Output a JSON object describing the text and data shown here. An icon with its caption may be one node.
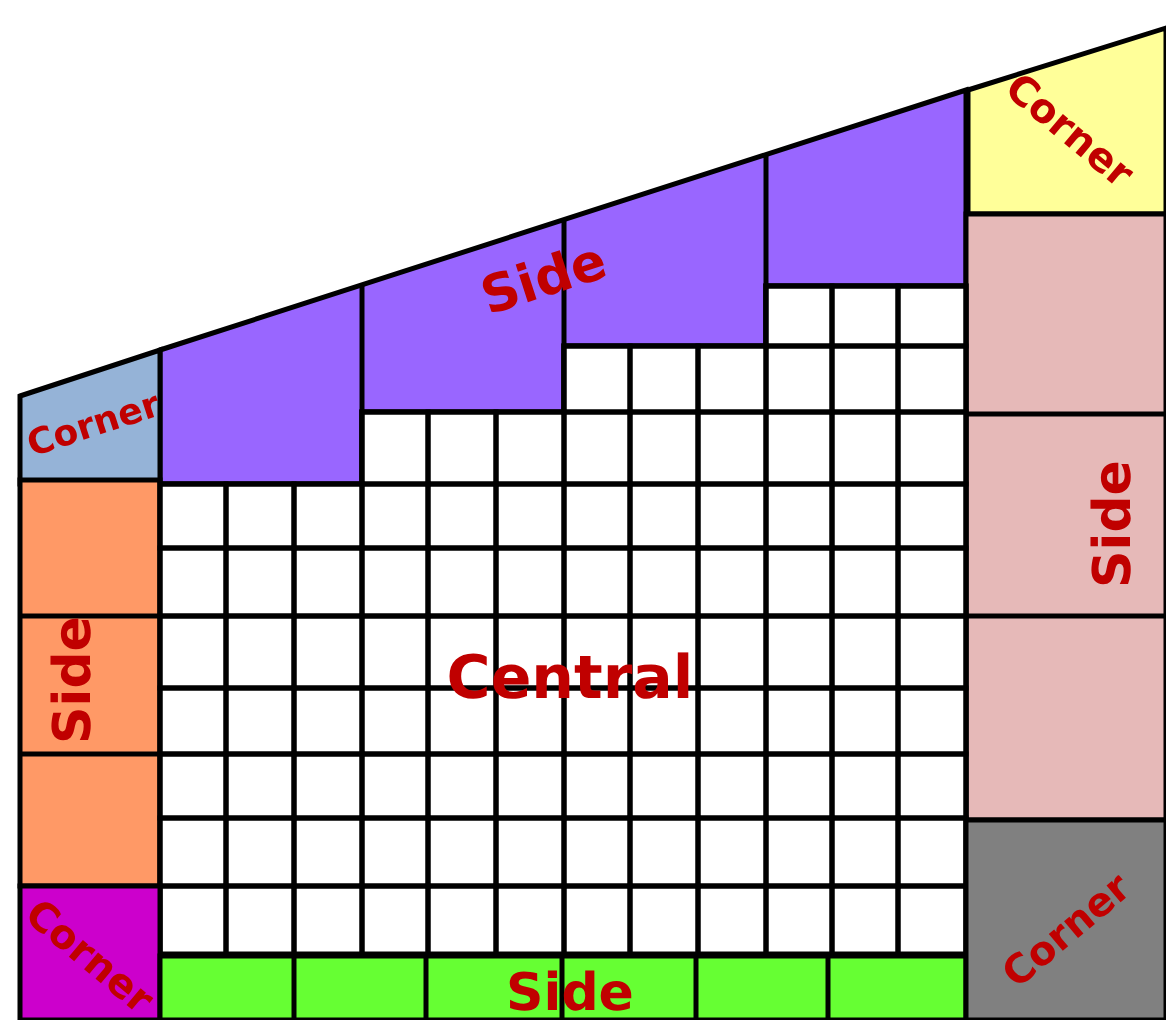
{
  "diagram": {
    "nodes": [
      {
        "text": [
          "Corner"
        ]
      },
      {
        "text": [
          "Side"
        ]
      },
      {
        "text": [
          "Corner"
        ]
      },
      {
        "text": [
          "Side"
        ]
      },
      {
        "text": [
          "Side"
        ]
      },
      {
        "text": [
          "Central"
        ]
      },
      {
        "text": [
          "Corner"
        ]
      },
      {
        "text": [
          "Side"
        ]
      },
      {
        "text": [
          "Corner"
        ]
      }
    ]
  }
}
